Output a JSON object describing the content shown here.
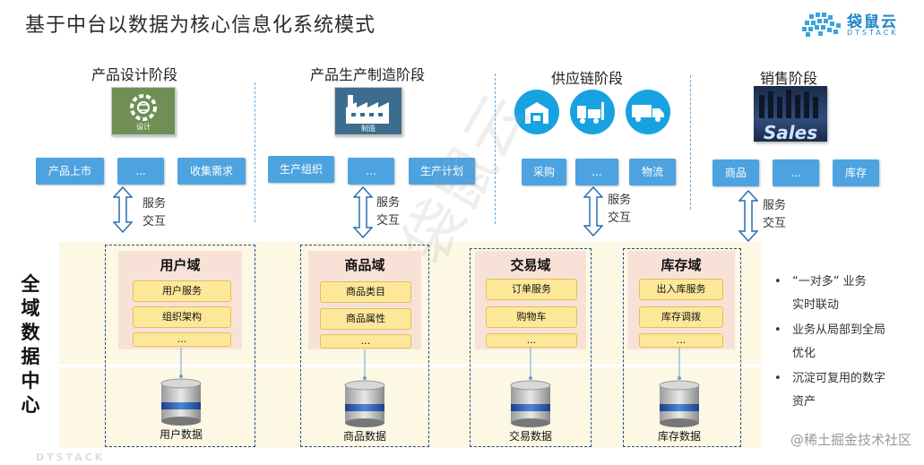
{
  "title": "基于中台以数据为核心信息化系统模式",
  "logo": {
    "cn": "袋鼠云",
    "en": "DTSTACK"
  },
  "stages": [
    {
      "label": "产品设计阶段",
      "icon_name": "design-gear-icon",
      "icon_caption": "设计",
      "boxes": [
        "产品上市",
        "...",
        "收集需求"
      ]
    },
    {
      "label": "产品生产制造阶段",
      "icon_name": "factory-icon",
      "icon_caption": "制造",
      "boxes": [
        "生产组织",
        "...",
        "生产计划"
      ]
    },
    {
      "label": "供应链阶段",
      "icon_name": "supply-chain-icons",
      "boxes": [
        "采购",
        "...",
        "物流"
      ]
    },
    {
      "label": "销售阶段",
      "icon_name": "sales-image-icon",
      "icon_caption": "Sales",
      "boxes": [
        "商品",
        "...",
        "库存"
      ]
    }
  ],
  "interaction_label_1": "服务",
  "interaction_label_2": "交互",
  "left_title": [
    "全",
    "域",
    "数",
    "据",
    "中",
    "心"
  ],
  "domains": [
    {
      "title": "用户域",
      "services": [
        "用户服务",
        "组织架构",
        "..."
      ],
      "db_label": "用户数据"
    },
    {
      "title": "商品域",
      "services": [
        "商品类目",
        "商品属性",
        "..."
      ],
      "db_label": "商品数据"
    },
    {
      "title": "交易域",
      "services": [
        "订单服务",
        "购物车",
        "..."
      ],
      "db_label": "交易数据"
    },
    {
      "title": "库存域",
      "services": [
        "出入库服务",
        "库存调拨",
        "..."
      ],
      "db_label": "库存数据"
    }
  ],
  "bullets": [
    [
      "“一对多”  业务",
      "实时联动"
    ],
    [
      "业务从局部到全局",
      "优化"
    ],
    [
      "沉淀可复用的数字",
      "资产"
    ]
  ],
  "watermarks": {
    "diagonal": "袋鼠云",
    "bottom_right": "@稀土掘金技术社区",
    "bottom_left": "DTSTACK"
  },
  "colors": {
    "box_blue": "#4da3e0",
    "service_yellow": "#fde89a",
    "domain_pink": "#f8e2d8",
    "band_cream": "#fdf8e4",
    "dashed_border": "#1f4e8c"
  }
}
